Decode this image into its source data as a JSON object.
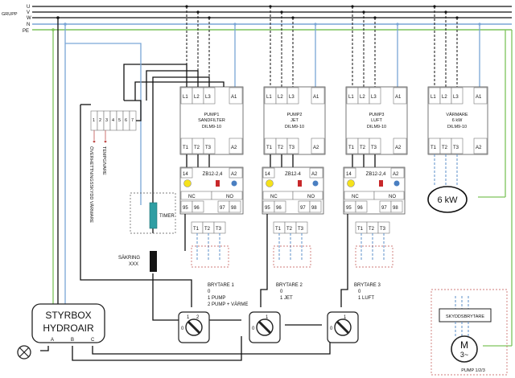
{
  "bus": {
    "lines": [
      "U",
      "V",
      "W",
      "N",
      "PE"
    ],
    "group_label": "GRUPP"
  },
  "contactors": [
    {
      "id": "pump1",
      "top_terms": [
        "L1",
        "L2",
        "L3",
        "A1"
      ],
      "bottom_terms": [
        "T1",
        "T2",
        "T3",
        "A2"
      ],
      "lines": [
        "PUMP1",
        "SANDFILTER",
        "DILM9-10"
      ]
    },
    {
      "id": "pump2",
      "top_terms": [
        "L1",
        "L2",
        "L3",
        "A1"
      ],
      "bottom_terms": [
        "T1",
        "T2",
        "T3",
        "A2"
      ],
      "lines": [
        "PUMP2",
        "JET",
        "DILM9-10"
      ]
    },
    {
      "id": "pump3",
      "top_terms": [
        "L1",
        "L2",
        "L3",
        "A1"
      ],
      "bottom_terms": [
        "T1",
        "T2",
        "T3",
        "A2"
      ],
      "lines": [
        "PUMP3",
        "LUFT",
        "DILM9-10"
      ]
    },
    {
      "id": "heater",
      "top_terms": [
        "L1",
        "L2",
        "L3",
        "A1"
      ],
      "bottom_terms": [
        "T1",
        "T2",
        "T3",
        "A2"
      ],
      "lines": [
        "VÄRMARE",
        "6 kW",
        "DILM9-10"
      ]
    }
  ],
  "overloads": [
    {
      "model": "ZB12-2,4",
      "t14": "14",
      "a2": "A2",
      "nc": "NC",
      "no": "NO",
      "terms": [
        "95",
        "96",
        "97",
        "98"
      ],
      "motor_terms": [
        "T1",
        "T2",
        "T3"
      ]
    },
    {
      "model": "ZB12-4",
      "t14": "14",
      "a2": "A2",
      "nc": "NC",
      "no": "NO",
      "terms": [
        "95",
        "96",
        "97",
        "98"
      ],
      "motor_terms": [
        "T1",
        "T2",
        "T3"
      ]
    },
    {
      "model": "ZB12-2,4",
      "t14": "14",
      "a2": "A2",
      "nc": "NC",
      "no": "NO",
      "terms": [
        "95",
        "96",
        "97",
        "98"
      ],
      "motor_terms": [
        "T1",
        "T2",
        "T3"
      ]
    }
  ],
  "terminal_block": [
    "1",
    "2",
    "3",
    "4",
    "5",
    "6",
    "7"
  ],
  "vertical_labels": [
    "ÖVERHETTNINGSSKYDD VÄRMARE",
    "TEMPGIVARE"
  ],
  "timer_label": "TIMER",
  "fuse": {
    "label": "SÄKRING",
    "value": "XXX"
  },
  "switches": [
    {
      "title": "BRYTARE 1",
      "options": [
        "0",
        "1  PUMP",
        "2  PUMP + VÄRME"
      ],
      "pos": [
        "0",
        "1",
        "2"
      ]
    },
    {
      "title": "BRYTARE 2",
      "options": [
        "0",
        "1  JET"
      ],
      "pos": [
        "0",
        "1"
      ]
    },
    {
      "title": "BRYTARE 3",
      "options": [
        "0",
        "1  LUFT"
      ],
      "pos": [
        "0",
        "1"
      ]
    }
  ],
  "control_box": {
    "line1": "STYRBOX",
    "line2": "HYDROAIR",
    "terms": [
      "A",
      "B",
      "C"
    ]
  },
  "heater_badge": "6 kW",
  "safety_switch": "SKYDDSBRYTARE",
  "motor": {
    "symbol": "M",
    "phase": "3~",
    "label": "PUMP 1/2/3"
  }
}
